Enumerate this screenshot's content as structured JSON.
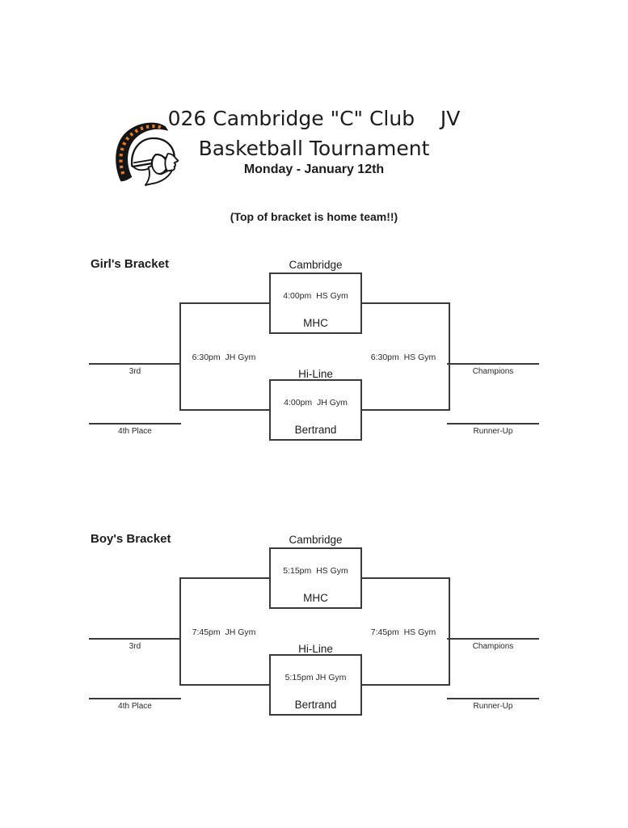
{
  "header": {
    "title_line1": "026 Cambridge \"C\" Club    JV",
    "title_line2": "Basketball Tournament",
    "date_line": "Monday - January 12th",
    "note": "(Top of bracket is home team!!)"
  },
  "logo": {
    "name": "spartan-head-logo",
    "colors": {
      "black": "#151515",
      "orange": "#e87b22"
    }
  },
  "brackets": [
    {
      "heading": "Girl's Bracket",
      "game1": {
        "home": "Cambridge",
        "time": "4:00pm  HS Gym",
        "away": "MHC"
      },
      "game2": {
        "home": "Hi-Line",
        "time": "4:00pm  JH Gym",
        "away": "Bertrand"
      },
      "consolation_time": "6:30pm  JH Gym",
      "final_time": "6:30pm  HS Gym",
      "labels": {
        "third": "3rd",
        "fourth": "4th Place",
        "champion": "Champions",
        "runner_up": "Runner-Up"
      }
    },
    {
      "heading": "Boy's Bracket",
      "game1": {
        "home": "Cambridge",
        "time": "5:15pm  HS Gym",
        "away": "MHC"
      },
      "game2": {
        "home": "Hi-Line",
        "time": "5:15pm JH Gym",
        "away": "Bertrand"
      },
      "consolation_time": "7:45pm  JH Gym",
      "final_time": "7:45pm  HS Gym",
      "labels": {
        "third": "3rd",
        "fourth": "4th Place",
        "champion": "Champions",
        "runner_up": "Runner-Up"
      }
    }
  ]
}
